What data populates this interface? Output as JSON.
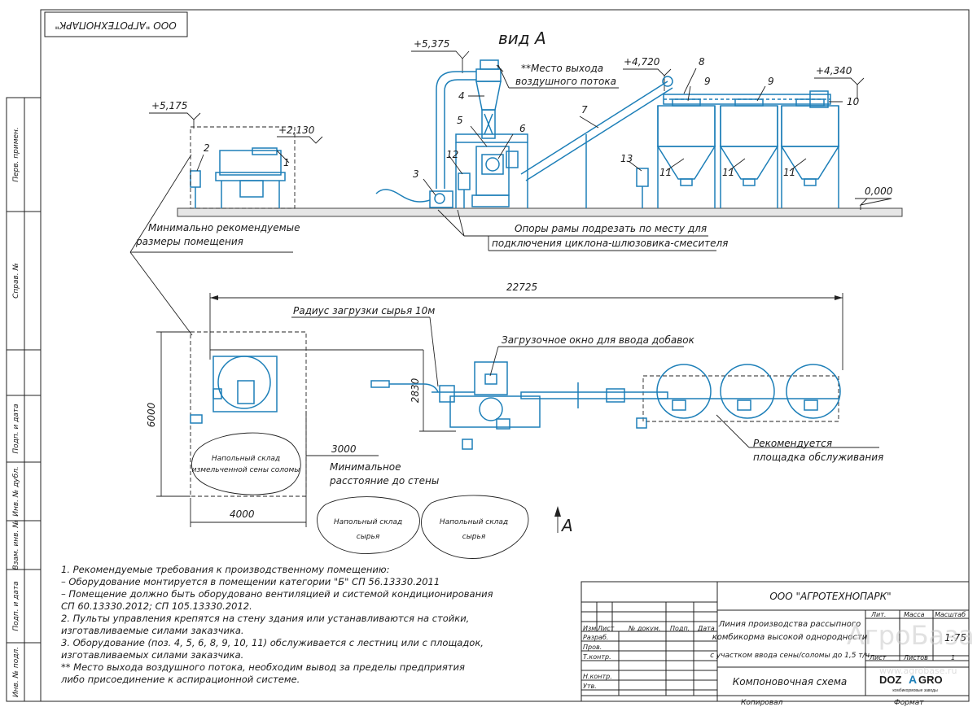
{
  "stamp_top": "ООО \"АГРОТЕХНОПАРК\"",
  "view_label": "вид А",
  "section_marker": "А",
  "left_strip": [
    "Перв. примен.",
    "Справ. №",
    "Подп. и дата",
    "Инв. № дубл.",
    "Взам. инв. №",
    "Подп. и дата",
    "Инв. № подл."
  ],
  "elevations": {
    "e5375": "+5,375",
    "e4720": "+4,720",
    "e4340": "+4,340",
    "e5175": "+5,175",
    "e2130": "+2,130",
    "e0000": "0,000"
  },
  "positions": [
    "1",
    "2",
    "3",
    "4",
    "5",
    "6",
    "7",
    "8",
    "9",
    "9",
    "10",
    "11",
    "11",
    "11",
    "12",
    "13"
  ],
  "callouts": {
    "air_outlet_1": "**Место выхода",
    "air_outlet_2": "воздушного потока",
    "room_size_1": "Минимально рекомендуемые",
    "room_size_2": "размеры помещения",
    "frame_cut_1": "Опоры рамы подрезать по месту для",
    "frame_cut_2": "подключения циклона-шлюзовика-смесителя",
    "load_radius": "Радиус загрузки сырья 10м",
    "additive_window": "Загрузочное окно для ввода добавок",
    "platform_1": "Рекомендуется",
    "platform_2": "площадка обслуживания",
    "wall_dist_1": "Минимальное",
    "wall_dist_2": "расстояние до стены"
  },
  "dimensions": {
    "total": "22725",
    "depth": "6000",
    "width": "4000",
    "cross": "2830",
    "wall": "3000"
  },
  "storage": {
    "hay_1": "Напольный склад",
    "hay_2": "измельченной сены соломы",
    "raw_a_1": "Напольный склад",
    "raw_a_2": "сырья",
    "raw_b_1": "Напольный склад",
    "raw_b_2": "сырья"
  },
  "notes": [
    "1. Рекомендуемые требования к производственному помещению:",
    "– Оборудование монтируется в помещении категории \"Б\" СП 56.13330.2011",
    "– Помещение должно быть оборудовано вентиляцией и системой кондиционирования",
    "  СП 60.13330.2012; СП 105.13330.2012.",
    "2. Пульты управления крепятся на стену здания или устанавливаются на стойки,",
    "  изготавливаемые силами заказчика.",
    "3. Оборудование (поз. 4, 5, 6, 8, 9, 10, 11) обслуживается с лестниц или с площадок,",
    "  изготавливаемых силами заказчика.",
    "** Место выхода воздушного потока, необходим вывод за пределы предприятия",
    "  либо присоединение к аспирационной системе."
  ],
  "title_block": {
    "company": "ООО \"АГРОТЕХНОПАРК\"",
    "product_1": "Линия производства рассыпного",
    "product_2": "комбикорма высокой однородности",
    "product_3": "с участком ввода сены/соломы до 1,5 т/ч",
    "sheet_title": "Компоновочная схема",
    "head_izm": "Изм.",
    "head_list": "Лист",
    "head_doc": "№ докум.",
    "head_sign": "Подп.",
    "head_date": "Дата",
    "roles": [
      "Разраб.",
      "Пров.",
      "Т.контр.",
      "",
      "Н.контр.",
      "Утв."
    ],
    "col_lit": "Лит.",
    "col_mass": "Масса",
    "col_scale": "Масштаб",
    "scale": "1:75",
    "sheet_word": "Лист",
    "sheets_word": "Листов",
    "sheets_count": "1",
    "copied": "Копировал",
    "format": "Формат",
    "logo_a": "DOZ",
    "logo_b": "A",
    "logo_c": "GRO",
    "logo_sub": "комбикормовые заводы"
  },
  "watermark": {
    "text": "АгроБаза",
    "url": "www.agrobase.ru"
  },
  "colors": {
    "equipment": "#1d7fb8",
    "ink": "#1c1c1c",
    "floor": "#e6e6e6"
  }
}
